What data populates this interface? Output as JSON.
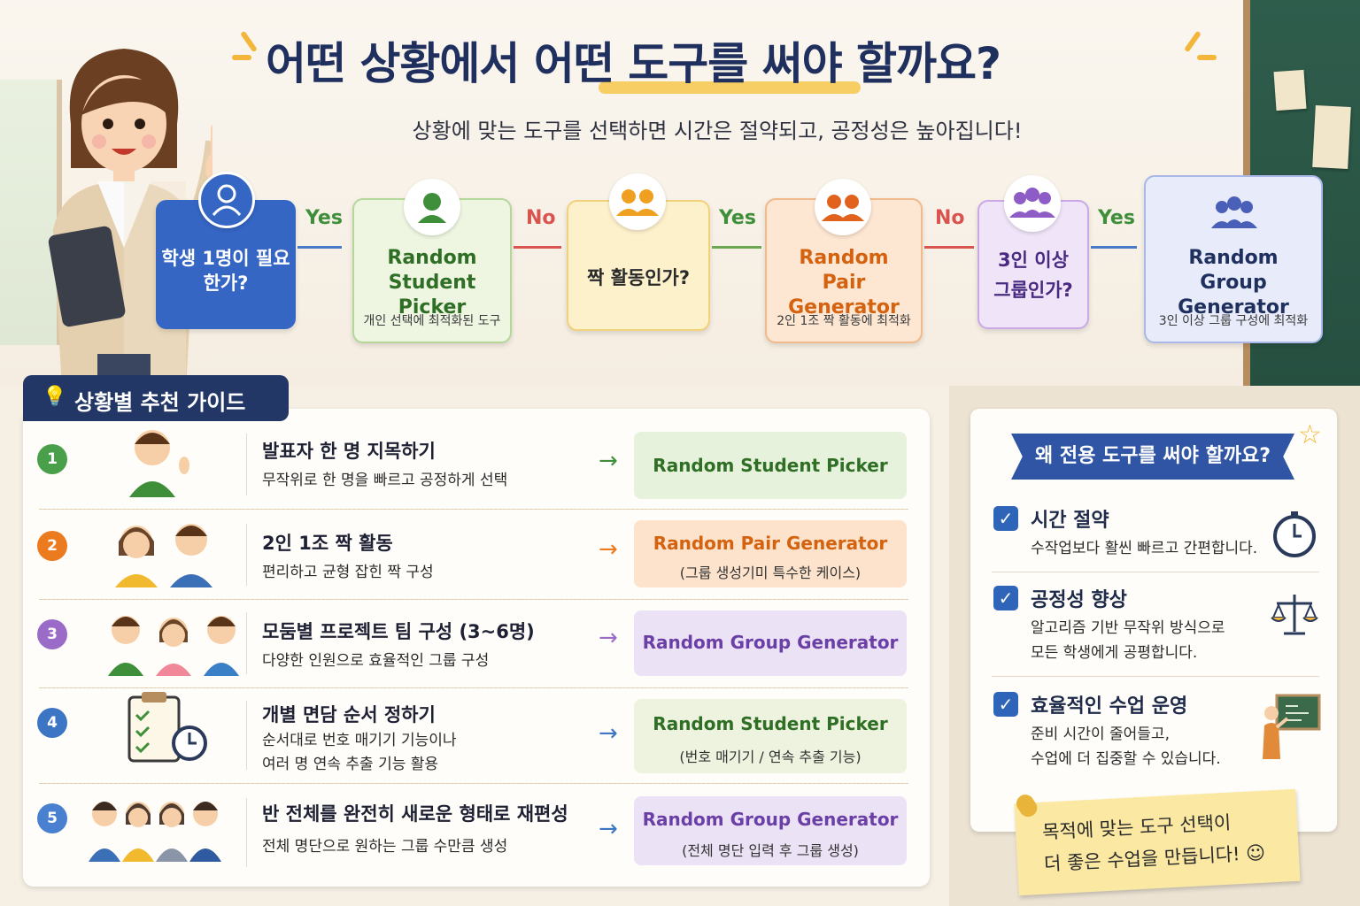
{
  "title": "어떤 상황에서 어떤 도구를 써야 할까요?",
  "subtitle": "상황에 맞는 도구를 선택하면 시간은 절약되고, 공정성은 높아집니다!",
  "flow": {
    "q1": "학생 1명이 필요한가?",
    "yes1": "Yes",
    "tool1_title_1": "Random",
    "tool1_title_2": "Student Picker",
    "tool1_desc": "개인 선택에 최적화된 도구",
    "no1": "No",
    "q2": "짝 활동인가?",
    "yes2": "Yes",
    "tool2_title_1": "Random",
    "tool2_title_2": "Pair Generator",
    "tool2_desc": "2인 1조 짝 활동에 최적화",
    "no2": "No",
    "q3_1": "3인 이상",
    "q3_2": "그룹인가?",
    "yes3": "Yes",
    "tool3_title_1": "Random",
    "tool3_title_2": "Group Generator",
    "tool3_desc": "3인 이상 그룹 구성에 최적화"
  },
  "guide": {
    "tab_label": "상황별 추천 가이드",
    "rows": [
      {
        "num": "1",
        "title": "발표자 한 명 지목하기",
        "desc1": "무작위로 한 명을 빠르고 공정하게 선택",
        "desc2": "",
        "tool": "Random Student Picker",
        "tool_sub": ""
      },
      {
        "num": "2",
        "title": "2인 1조 짝 활동",
        "desc1": "편리하고 균형 잡힌 짝 구성",
        "desc2": "",
        "tool": "Random Pair Generator",
        "tool_sub": "(그룹 생성기미 특수한 케이스)"
      },
      {
        "num": "3",
        "title": "모둠별 프로젝트 팀 구성 (3~6명)",
        "desc1": "다양한 인원으로 효율적인 그룹 구성",
        "desc2": "",
        "tool": "Random Group Generator",
        "tool_sub": ""
      },
      {
        "num": "4",
        "title": "개별 면담 순서 정하기",
        "desc1": "순서대로 번호 매기기 기능이나",
        "desc2": "여러 명 연속 추출 기능 활용",
        "tool": "Random Student Picker",
        "tool_sub": "(번호 매기기 / 연속 추출 기능)"
      },
      {
        "num": "5",
        "title": "반 전체를 완전히 새로운 형태로 재편성",
        "desc1": "전체 명단으로 원하는 그룹 수만큼 생성",
        "desc2": "",
        "tool": "Random Group Generator",
        "tool_sub": "(전체 명단 입력 후 그룹 생성)"
      }
    ]
  },
  "why": {
    "banner": "왜 전용 도구를 써야 할까요?",
    "items": [
      {
        "title": "시간 절약",
        "desc1": "수작업보다 활씬 빠르고 간편합니다.",
        "desc2": ""
      },
      {
        "title": "공정성 향상",
        "desc1": "알고리즘 기반 무작위 방식으로",
        "desc2": "모든 학생에게 공평합니다."
      },
      {
        "title": "효율적인 수업 운영",
        "desc1": "준비 시간이 줄어들고,",
        "desc2": "수업에 더 집중할 수 있습니다."
      }
    ],
    "check_mark": "✓",
    "sticky_1": "목적에 맞는 도구 선택이",
    "sticky_2": "더 좋은 수업을 만듭니다! ☺"
  },
  "colors": {
    "navy": "#1f2f5e",
    "blue": "#3566c4",
    "green": "#3f8f3a",
    "orange": "#e0721c",
    "purple": "#7a4fb0",
    "red": "#d9534f",
    "yellow": "#f7c74b"
  }
}
